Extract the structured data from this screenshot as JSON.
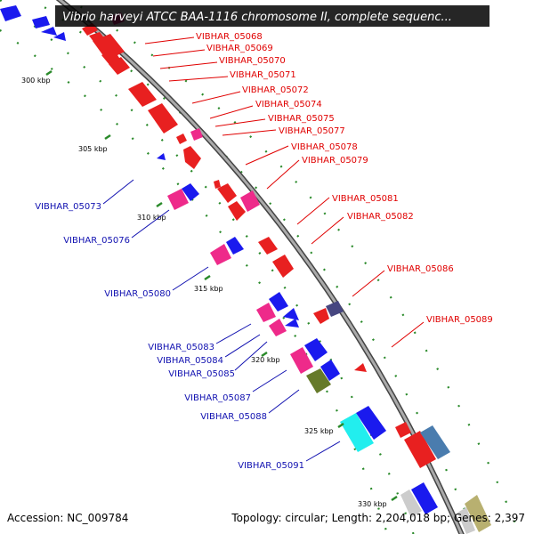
{
  "title": "Vibrio harveyi ATCC BAA-1116 chromosome II, complete sequenc...",
  "footer": {
    "accession": "Accession: NC_009784",
    "topology": "Topology: circular; Length: 2,204,018 bp; Genes: 2,397"
  },
  "ticks": [
    "300 kbp",
    "305 kbp",
    "310 kbp",
    "315 kbp",
    "320 kbp",
    "325 kbp",
    "330 kbp"
  ],
  "colors": {
    "forward_label": "#e00000",
    "reverse_label": "#1010b0",
    "backbone": "#888888",
    "tick": "#2a8a2a"
  },
  "forward_genes": [
    "VIBHAR_05068",
    "VIBHAR_05069",
    "VIBHAR_05070",
    "VIBHAR_05071",
    "VIBHAR_05072",
    "VIBHAR_05074",
    "VIBHAR_05075",
    "VIBHAR_05077",
    "VIBHAR_05078",
    "VIBHAR_05079",
    "VIBHAR_05081",
    "VIBHAR_05082",
    "VIBHAR_05086",
    "VIBHAR_05089"
  ],
  "reverse_genes": [
    "VIBHAR_05073",
    "VIBHAR_05076",
    "VIBHAR_05080",
    "VIBHAR_05083",
    "VIBHAR_05084",
    "VIBHAR_05085",
    "VIBHAR_05087",
    "VIBHAR_05088",
    "VIBHAR_05091"
  ]
}
